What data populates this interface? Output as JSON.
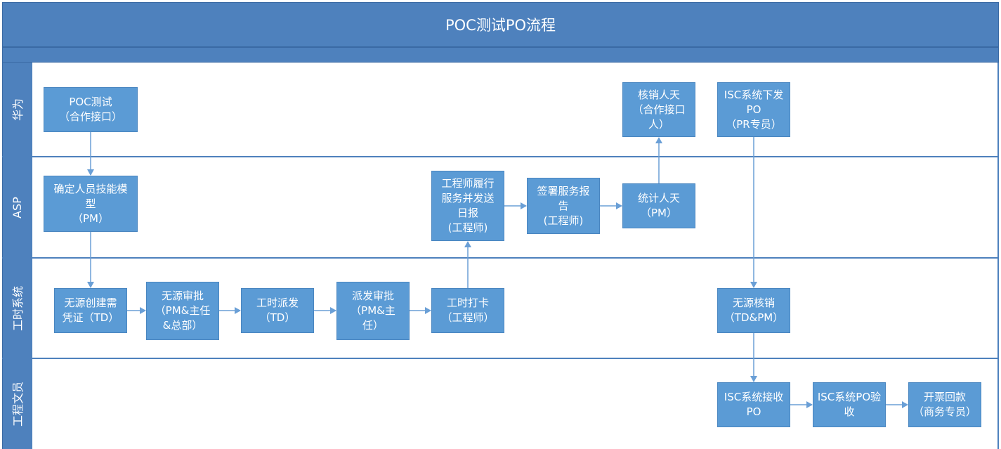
{
  "diagram": {
    "title": "POC测试PO流程",
    "colors": {
      "lane_fill": "#4e81bd",
      "box_fill": "#5b9bd5",
      "arrow": "#6a9fd6"
    },
    "lanes": [
      {
        "id": "huawei",
        "label": "华为"
      },
      {
        "id": "asp",
        "label": "ASP"
      },
      {
        "id": "worktime",
        "label": "工时系统"
      },
      {
        "id": "clerk",
        "label": "工程文员"
      }
    ],
    "nodes": [
      {
        "id": "n1",
        "label": "POC测试\n（合作接口）"
      },
      {
        "id": "n2",
        "label": "确定人员技能模\n型\n（PM）"
      },
      {
        "id": "n3",
        "label": "无源创建需\n凭证（TD）"
      },
      {
        "id": "n4",
        "label": "无源审批\n（PM&主任\n&总部）"
      },
      {
        "id": "n5",
        "label": "工时派发\n（TD）"
      },
      {
        "id": "n6",
        "label": "派发审批\n（PM&主\n任）"
      },
      {
        "id": "n7",
        "label": "工时打卡\n（工程师）"
      },
      {
        "id": "n8",
        "label": "工程师履行\n服务并发送\n日报\n(工程师)"
      },
      {
        "id": "n9",
        "label": "签署服务报\n告\n(工程师)"
      },
      {
        "id": "n10",
        "label": "统计人天\n（PM）"
      },
      {
        "id": "n11",
        "label": "核销人天\n（合作接口\n人）"
      },
      {
        "id": "n12",
        "label": "ISC系统下发\nPO\n（PR专员）"
      },
      {
        "id": "n13",
        "label": "无源核销\n（TD&PM）"
      },
      {
        "id": "n14",
        "label": "ISC系统接收\nPO"
      },
      {
        "id": "n15",
        "label": "ISC系统PO验\n收"
      },
      {
        "id": "n16",
        "label": "开票回款\n（商务专员）"
      }
    ],
    "edges": [
      {
        "from": "n1",
        "to": "n2"
      },
      {
        "from": "n2",
        "to": "n3"
      },
      {
        "from": "n3",
        "to": "n4"
      },
      {
        "from": "n4",
        "to": "n5"
      },
      {
        "from": "n5",
        "to": "n6"
      },
      {
        "from": "n6",
        "to": "n7"
      },
      {
        "from": "n7",
        "to": "n8"
      },
      {
        "from": "n8",
        "to": "n9"
      },
      {
        "from": "n9",
        "to": "n10"
      },
      {
        "from": "n10",
        "to": "n11"
      },
      {
        "from": "n12",
        "to": "n13"
      },
      {
        "from": "n13",
        "to": "n14"
      },
      {
        "from": "n14",
        "to": "n15"
      },
      {
        "from": "n15",
        "to": "n16"
      }
    ]
  }
}
